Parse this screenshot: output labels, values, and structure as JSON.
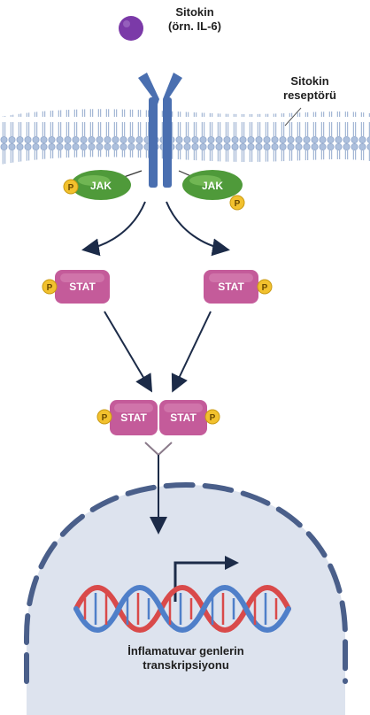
{
  "cytokine": {
    "name": "Sitokin",
    "example": "(örn. IL-6)"
  },
  "receptor": {
    "line1": "Sitokin",
    "line2": "reseptörü"
  },
  "jak": {
    "left": "JAK",
    "right": "JAK"
  },
  "stat": {
    "left": "STAT",
    "right": "STAT",
    "dimer_left": "STAT",
    "dimer_right": "STAT"
  },
  "phosphate": "P",
  "nucleus": {
    "line1": "İnflamatuvar genlerin",
    "line2": "transkripsiyonu"
  },
  "colors": {
    "cytokine": "#7b3aa8",
    "receptor": "#4a6fb0",
    "membrane": "#a9bddb",
    "jak": "#4f9a3a",
    "stat": "#c45b9a",
    "phosphate": "#f2c12e",
    "nucleus": "#dde3ee",
    "nucleus_border": "#4a5f8a",
    "dna_red": "#d94a4a",
    "dna_blue": "#4f7fc9"
  }
}
